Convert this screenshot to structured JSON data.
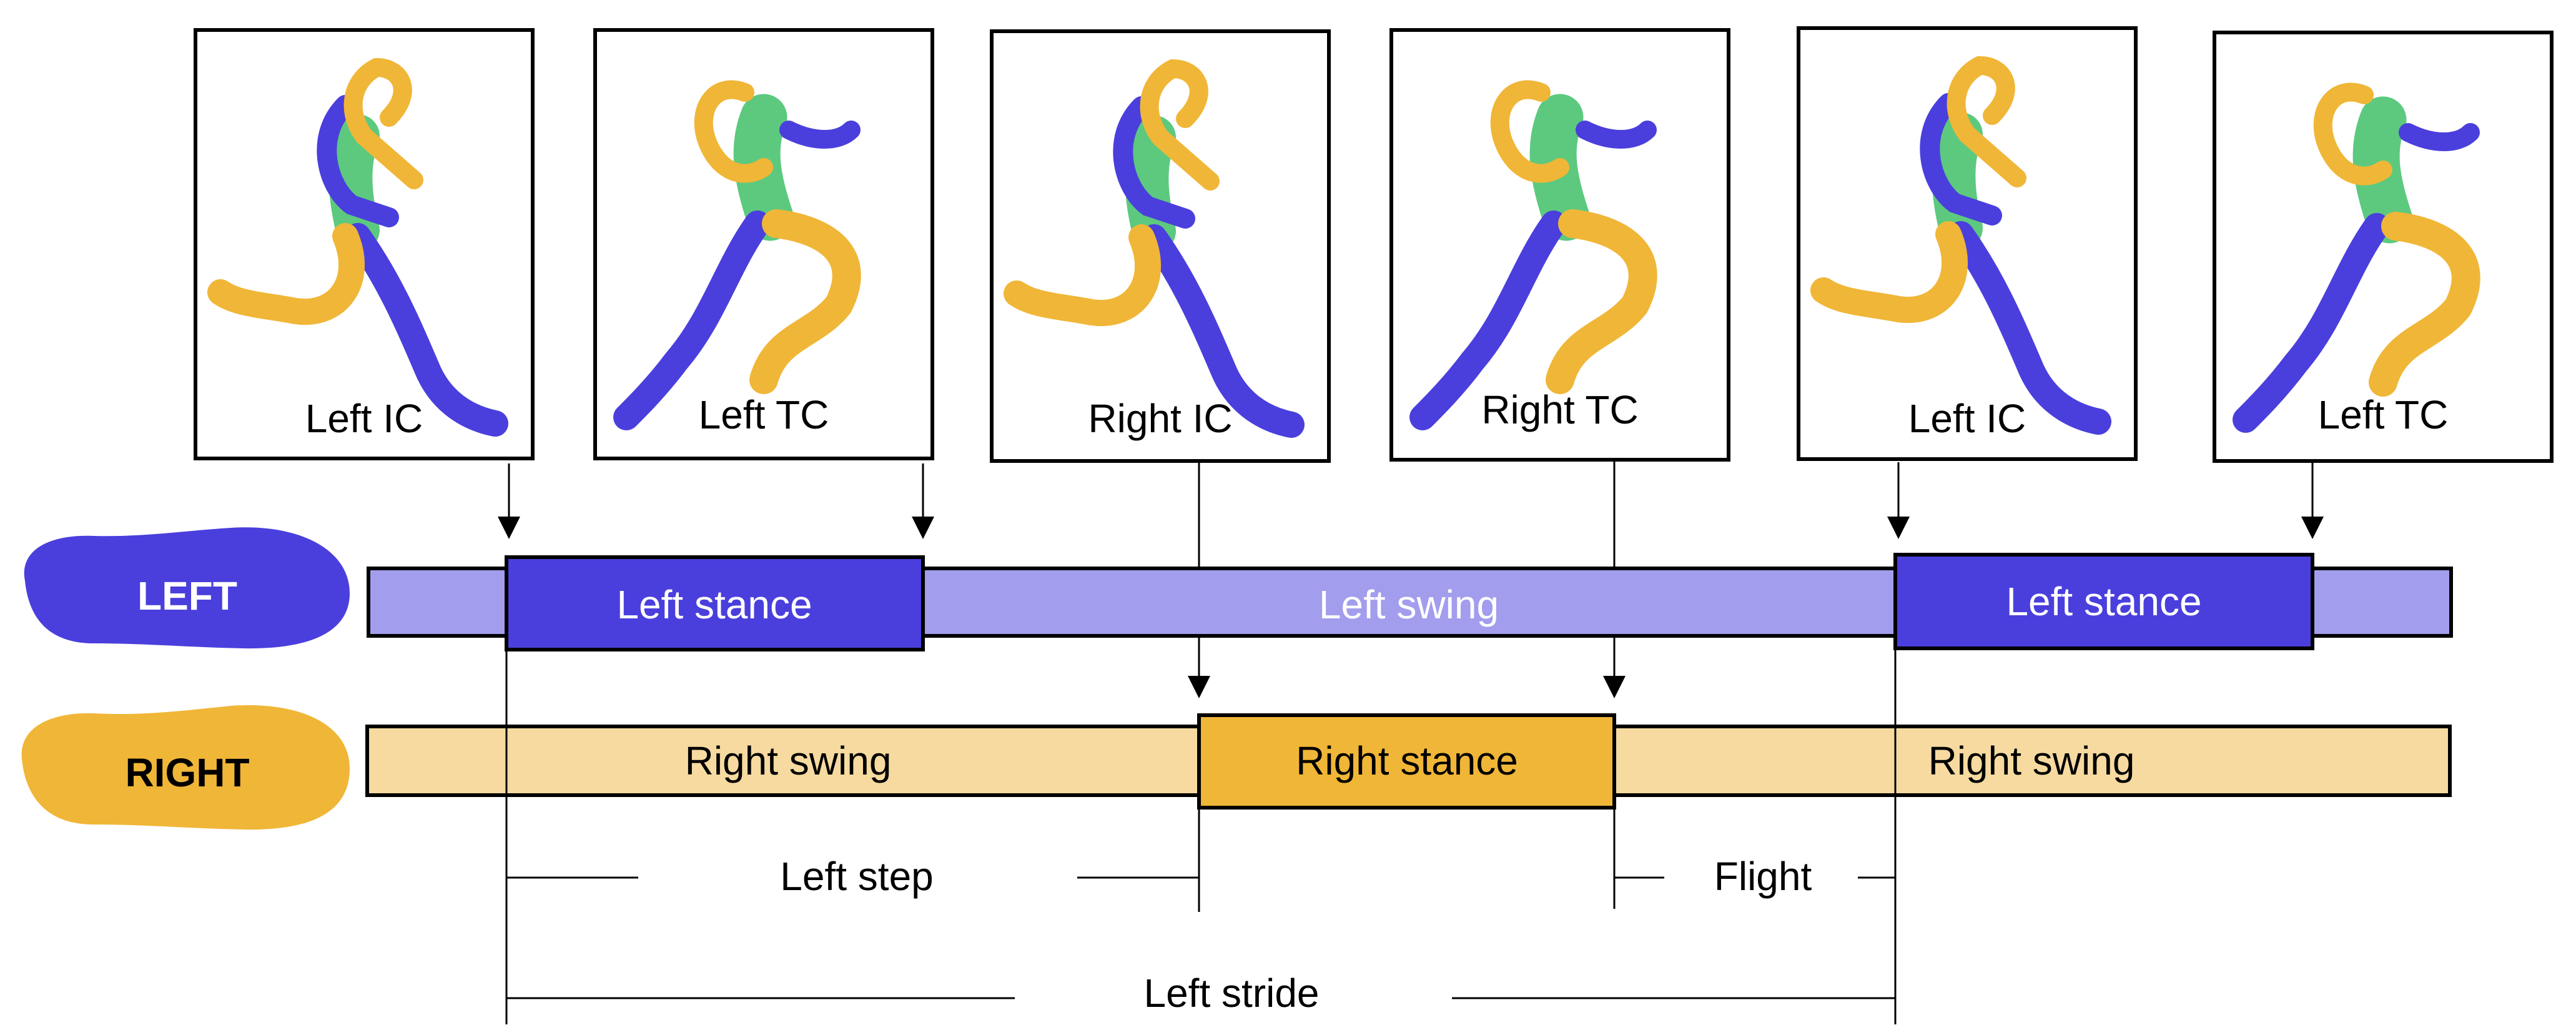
{
  "frames": [
    {
      "label": "Left IC",
      "pose": "left-ic"
    },
    {
      "label": "Left TC",
      "pose": "left-tc"
    },
    {
      "label": "Right IC",
      "pose": "right-ic"
    },
    {
      "label": "Right TC",
      "pose": "right-tc"
    },
    {
      "label": "Left IC",
      "pose": "left-ic"
    },
    {
      "label": "Left TC",
      "pose": "left-tc"
    }
  ],
  "feet": {
    "left": {
      "label": "LEFT",
      "color": "#4a3fdc"
    },
    "right": {
      "label": "RIGHT",
      "color": "#f0b637"
    }
  },
  "left_bar": {
    "stance_1": "Left stance",
    "swing": "Left swing",
    "stance_2": "Left stance"
  },
  "right_bar": {
    "swing_1": "Right swing",
    "stance": "Right stance",
    "swing_2": "Right swing"
  },
  "measures": {
    "left_step": "Left step",
    "flight": "Flight",
    "left_stride": "Left stride"
  },
  "colors": {
    "left_stance": "#4a3fdc",
    "left_swing": "#a29ded",
    "right_stance": "#f0b637",
    "right_swing": "#f6daa0",
    "torso": "#5cc97f",
    "outline": "#000000"
  }
}
